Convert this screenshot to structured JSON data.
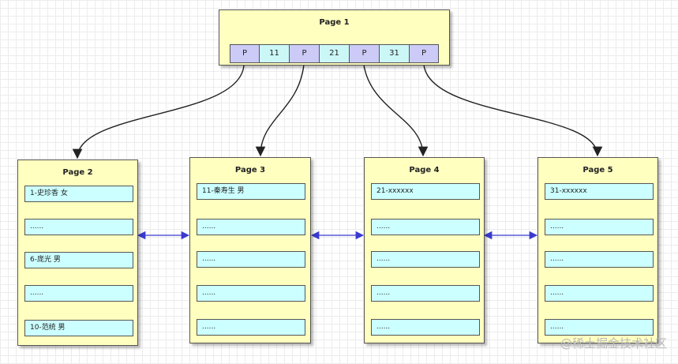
{
  "root": {
    "title": "Page 1",
    "cells": [
      {
        "text": "P",
        "kind": "pointer"
      },
      {
        "text": "11",
        "kind": "key"
      },
      {
        "text": "P",
        "kind": "pointer"
      },
      {
        "text": "21",
        "kind": "key"
      },
      {
        "text": "P",
        "kind": "pointer"
      },
      {
        "text": "31",
        "kind": "key"
      },
      {
        "text": "P",
        "kind": "pointer"
      }
    ]
  },
  "leaves": [
    {
      "title": "Page 2",
      "records": [
        "1-史珍香 女",
        "......",
        "6-庞光 男",
        "......",
        "10-范统 男"
      ]
    },
    {
      "title": "Page 3",
      "records": [
        "11-秦寿生 男",
        "......",
        "......",
        "......",
        "......"
      ]
    },
    {
      "title": "Page 4",
      "records": [
        "21-xxxxxx",
        "......",
        "......",
        "......",
        "......"
      ]
    },
    {
      "title": "Page 5",
      "records": [
        "31-xxxxxx",
        "......",
        "......",
        "......",
        "......"
      ]
    }
  ],
  "watermark": "@稀土掘金技术社区",
  "colors": {
    "page_fill": "#ffffc0",
    "pointer_cell": "#cccbf7",
    "key_cell": "#ccf7f7",
    "record_fill": "#ccffff",
    "record_arrow": "#9a93ee",
    "sibling_link": "#3a3ad0",
    "tree_edge": "#222222"
  }
}
